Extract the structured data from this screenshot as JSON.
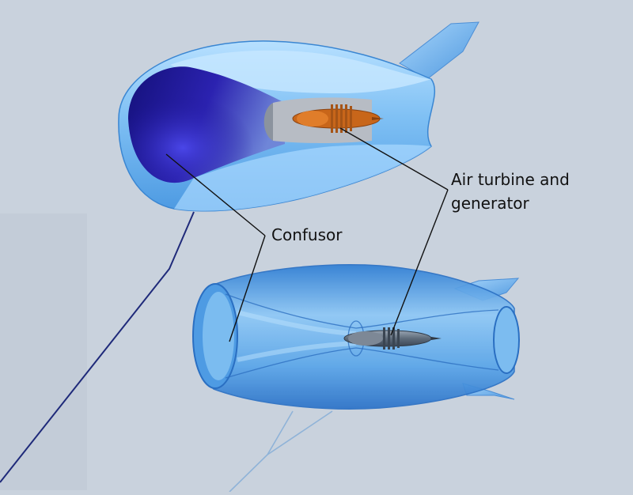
{
  "labels": {
    "confusor": "Confusor",
    "turbine_line1": "Air turbine and",
    "turbine_line2": "generator"
  },
  "colors": {
    "background": "#c9d2dd",
    "shell_light": "#9fd0f6",
    "shell_mid": "#5aa6ea",
    "shell_dark": "#2f7ed2",
    "inner_dark": "#14107a",
    "inner_mid": "#3a2fc8",
    "turbine": "#c8661a",
    "tether": "#1f2a7a",
    "leader": "#111111"
  }
}
